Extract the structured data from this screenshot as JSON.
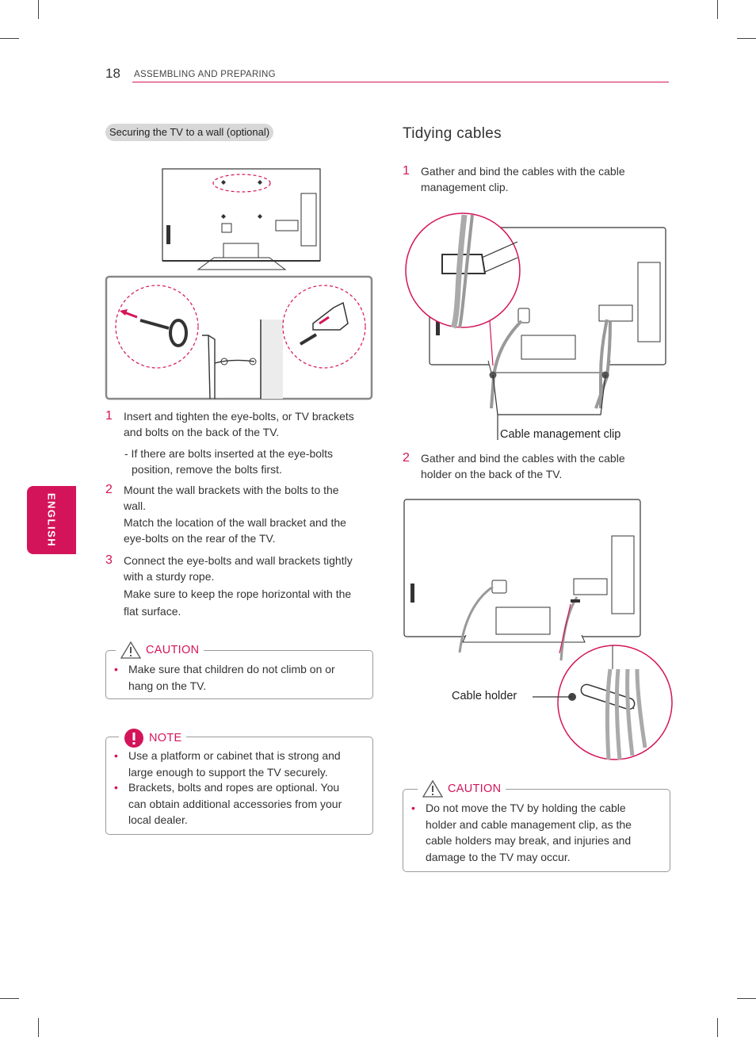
{
  "header": {
    "page_number": "18",
    "section": "ASSEMBLING AND PREPARING"
  },
  "side_tab": {
    "label": "ENGLISH"
  },
  "left": {
    "subheading": "Securing the TV to a wall (optional)",
    "steps": [
      {
        "num": "1",
        "lines": [
          "Insert and tighten the eye-bolts, or TV brackets",
          "and bolts on the back of the TV."
        ]
      },
      {
        "num": "",
        "lines": [
          "- If there are bolts inserted at the eye-bolts",
          "position, remove the bolts first."
        ]
      },
      {
        "num": "2",
        "lines": [
          "Mount the wall brackets with the bolts to the",
          "wall."
        ]
      },
      {
        "num": "",
        "lines": [
          "Match the location of the wall bracket and the",
          "eye-bolts on the rear of the TV."
        ]
      },
      {
        "num": "3",
        "lines": [
          "Connect the eye-bolts and wall brackets tightly",
          "with a sturdy rope."
        ]
      },
      {
        "num": "",
        "lines": [
          "Make sure to keep the rope horizontal with the",
          "flat surface."
        ]
      }
    ],
    "caution": {
      "title": "CAUTION",
      "items": [
        {
          "lines": [
            "Make sure that children do not climb on or",
            "hang on the TV."
          ]
        }
      ]
    },
    "note": {
      "title": "NOTE",
      "items": [
        {
          "lines": [
            "Use a platform or cabinet that is strong and",
            "large enough to support the TV securely."
          ]
        },
        {
          "lines": [
            "Brackets, bolts and ropes are optional. You",
            "can obtain additional accessories from your",
            "local dealer."
          ]
        }
      ]
    }
  },
  "right": {
    "heading": "Tidying cables",
    "step1": {
      "num": "1",
      "lines": [
        "Gather and bind the cables with the cable",
        "management clip."
      ]
    },
    "fig1_label": "Cable management clip",
    "step2": {
      "num": "2",
      "lines": [
        "Gather and bind the cables with the cable",
        "holder on the back of the TV."
      ]
    },
    "fig2_label": "Cable holder",
    "caution": {
      "title": "CAUTION",
      "items": [
        {
          "lines": [
            "Do not move the TV by holding the cable",
            "holder and cable management clip, as the",
            "cable holders may break, and injuries and",
            "damage to the TV may occur."
          ]
        }
      ]
    }
  },
  "colors": {
    "accent": "#d4145a",
    "text": "#333333",
    "border": "#9a9a9a",
    "pill": "#d8d8d8"
  },
  "icons": [
    "warning-triangle-icon",
    "note-exclamation-icon"
  ]
}
